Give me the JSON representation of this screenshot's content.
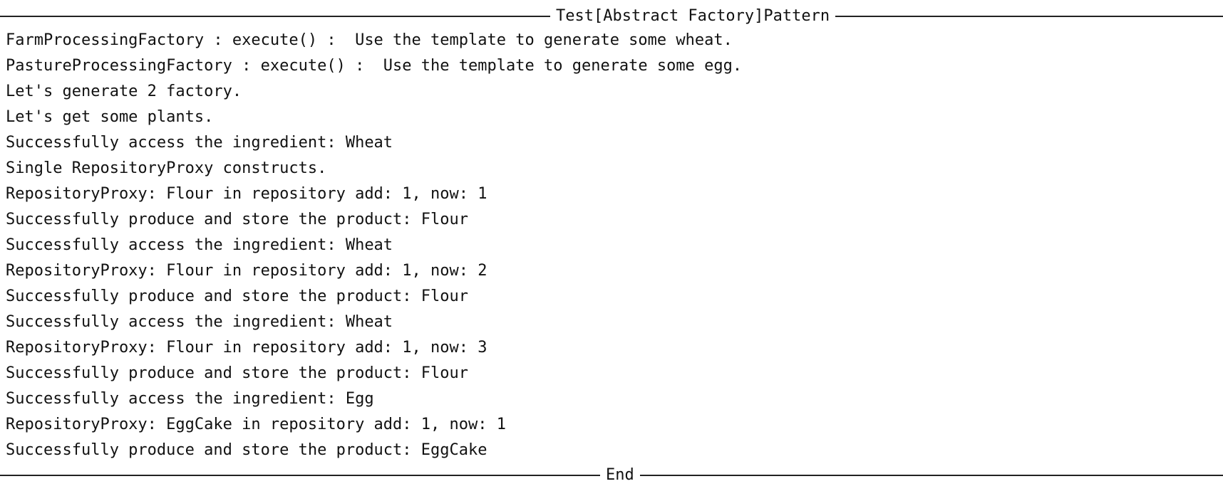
{
  "header": {
    "title": "Test[Abstract Factory]Pattern"
  },
  "lines": [
    "FarmProcessingFactory : execute() :  Use the template to generate some wheat.",
    "PastureProcessingFactory : execute() :  Use the template to generate some egg.",
    "Let's generate 2 factory.",
    "Let's get some plants.",
    "Successfully access the ingredient: Wheat",
    "Single RepositoryProxy constructs.",
    "RepositoryProxy: Flour in repository add: 1, now: 1",
    "Successfully produce and store the product: Flour",
    "Successfully access the ingredient: Wheat",
    "RepositoryProxy: Flour in repository add: 1, now: 2",
    "Successfully produce and store the product: Flour",
    "Successfully access the ingredient: Wheat",
    "RepositoryProxy: Flour in repository add: 1, now: 3",
    "Successfully produce and store the product: Flour",
    "Successfully access the ingredient: Egg",
    "RepositoryProxy: EggCake in repository add: 1, now: 1",
    "Successfully produce and store the product: EggCake"
  ],
  "footer": {
    "title": "End"
  }
}
